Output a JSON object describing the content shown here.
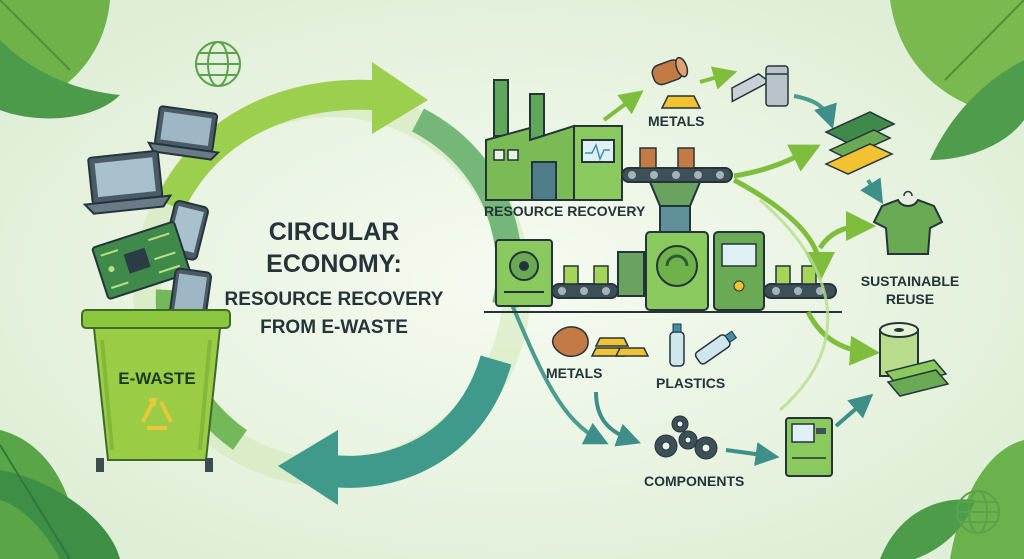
{
  "title": {
    "line1": "CIRCULAR",
    "line2": "ECONOMY:",
    "line3": "RESOURCE RECOVERY",
    "line4": "FROM E-WASTE"
  },
  "bin_label": "E-WASTE",
  "labels": {
    "resource_recovery": "RESOURCE RECOVERY",
    "metals_top": "METALS",
    "metals_bottom": "METALS",
    "plastics": "PLASTICS",
    "components": "COMPONENTS",
    "sustainable": "SUSTAINABLE",
    "reuse": "REUSE"
  },
  "icons": [
    "leaf-icon",
    "globe-icon",
    "laptop-icon",
    "tablet-icon",
    "phone-icon",
    "circuit-board-icon",
    "recycle-icon",
    "factory-icon",
    "conveyor-belt-icon",
    "shredder-machine-icon",
    "copper-roll-icon",
    "gold-bar-icon",
    "silver-bar-icon",
    "can-icon",
    "circuit-layer-icon",
    "tshirt-icon",
    "paper-roll-icon",
    "plastic-bottle-icon",
    "gears-icon",
    "device-icon"
  ],
  "colors": {
    "background": "#eef6e8",
    "lime": "#8cc63f",
    "green": "#4f9a4a",
    "teal": "#3a8f92",
    "dark_outline": "#24343a",
    "gold": "#f2c230",
    "copper": "#c47a45"
  }
}
